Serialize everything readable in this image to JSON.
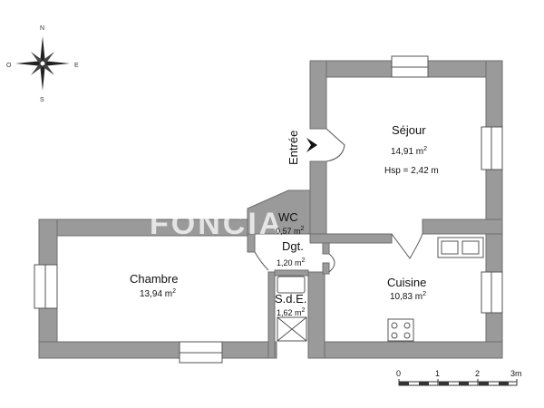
{
  "compass": {
    "n": "N",
    "s": "S",
    "e": "E",
    "o": "O"
  },
  "watermark": "FONCIA",
  "entrance": {
    "label": "Entrée"
  },
  "rooms": {
    "sejour": {
      "name": "Séjour",
      "area": "14,91 m",
      "sup": "2",
      "note": "Hsp = 2,42 m"
    },
    "wc": {
      "name": "WC",
      "area": "0,57 m",
      "sup": "2"
    },
    "dgt": {
      "name": "Dgt.",
      "area": "1,20 m",
      "sup": "2"
    },
    "chambre": {
      "name": "Chambre",
      "area": "13,94 m",
      "sup": "2"
    },
    "sde": {
      "name": "S.d.E.",
      "area": "1,62 m",
      "sup": "2"
    },
    "cuisine": {
      "name": "Cuisine",
      "area": "10,83 m",
      "sup": "2"
    }
  },
  "scale": {
    "labels": [
      "0",
      "1",
      "2",
      "3m"
    ]
  }
}
